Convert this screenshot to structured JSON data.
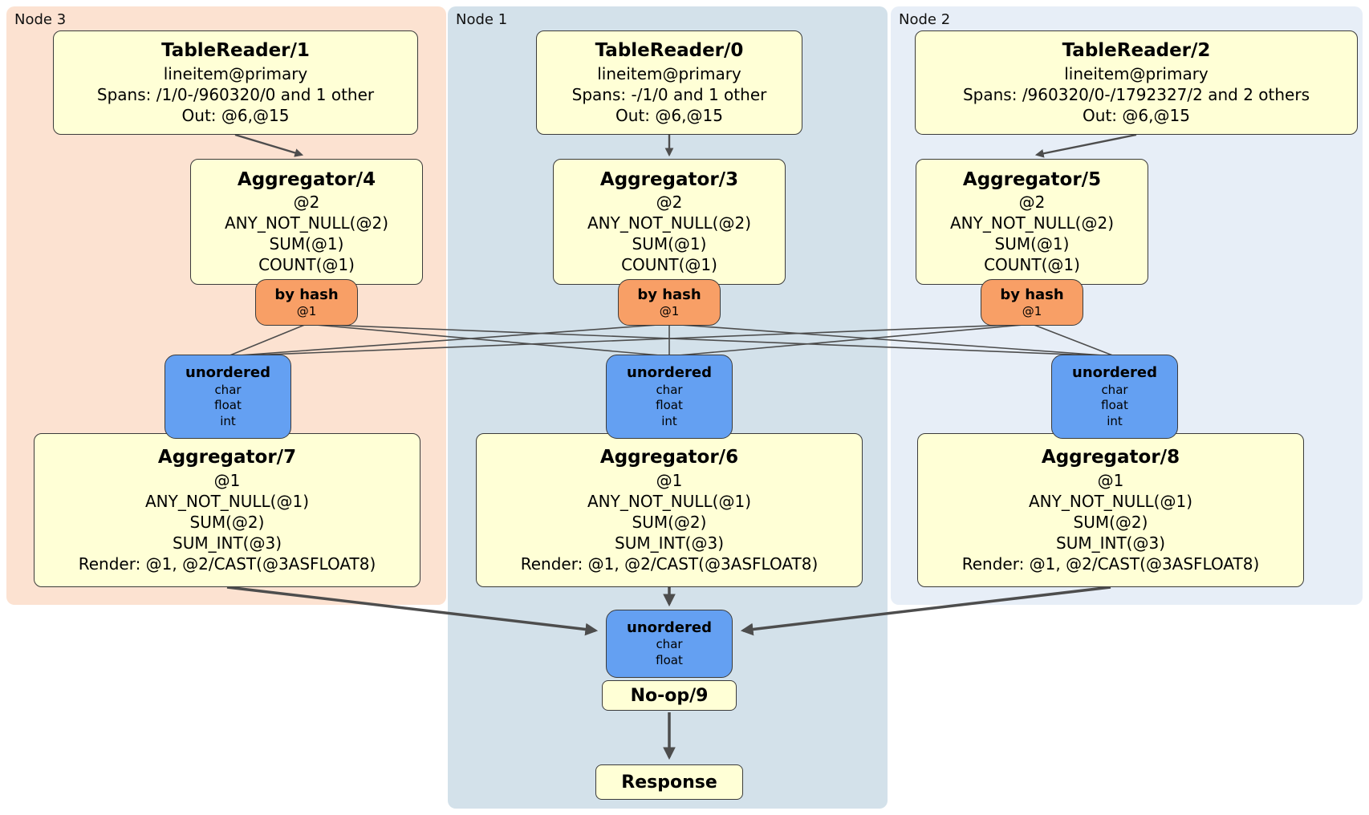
{
  "groups": [
    {
      "label": "Node 3",
      "tablereader": {
        "title": "TableReader/1",
        "lines": [
          "lineitem@primary",
          "Spans: /1/0-/960320/0 and 1 other",
          "Out: @6,@15"
        ]
      },
      "aggregator_top": {
        "title": "Aggregator/4",
        "lines": [
          "@2",
          "ANY_NOT_NULL(@2)",
          "SUM(@1)",
          "COUNT(@1)"
        ]
      },
      "router": {
        "title": "by hash",
        "sub": "@1"
      },
      "sync": {
        "title": "unordered",
        "lines": [
          "char",
          "float",
          "int"
        ]
      },
      "aggregator_bottom": {
        "title": "Aggregator/7",
        "lines": [
          "@1",
          "ANY_NOT_NULL(@1)",
          "SUM(@2)",
          "SUM_INT(@3)",
          "Render: @1, @2/CAST(@3ASFLOAT8)"
        ]
      }
    },
    {
      "label": "Node 1",
      "tablereader": {
        "title": "TableReader/0",
        "lines": [
          "lineitem@primary",
          "Spans: -/1/0 and 1 other",
          "Out: @6,@15"
        ]
      },
      "aggregator_top": {
        "title": "Aggregator/3",
        "lines": [
          "@2",
          "ANY_NOT_NULL(@2)",
          "SUM(@1)",
          "COUNT(@1)"
        ]
      },
      "router": {
        "title": "by hash",
        "sub": "@1"
      },
      "sync": {
        "title": "unordered",
        "lines": [
          "char",
          "float",
          "int"
        ]
      },
      "aggregator_bottom": {
        "title": "Aggregator/6",
        "lines": [
          "@1",
          "ANY_NOT_NULL(@1)",
          "SUM(@2)",
          "SUM_INT(@3)",
          "Render: @1, @2/CAST(@3ASFLOAT8)"
        ]
      }
    },
    {
      "label": "Node 2",
      "tablereader": {
        "title": "TableReader/2",
        "lines": [
          "lineitem@primary",
          "Spans: /960320/0-/1792327/2 and 2 others",
          "Out: @6,@15"
        ]
      },
      "aggregator_top": {
        "title": "Aggregator/5",
        "lines": [
          "@2",
          "ANY_NOT_NULL(@2)",
          "SUM(@1)",
          "COUNT(@1)"
        ]
      },
      "router": {
        "title": "by hash",
        "sub": "@1"
      },
      "sync": {
        "title": "unordered",
        "lines": [
          "char",
          "float",
          "int"
        ]
      },
      "aggregator_bottom": {
        "title": "Aggregator/8",
        "lines": [
          "@1",
          "ANY_NOT_NULL(@1)",
          "SUM(@2)",
          "SUM_INT(@3)",
          "Render: @1, @2/CAST(@3ASFLOAT8)"
        ]
      }
    }
  ],
  "final": {
    "sync": {
      "title": "unordered",
      "lines": [
        "char",
        "float"
      ]
    },
    "noop": "No-op/9",
    "response": "Response"
  },
  "colors": {
    "node3_bg": "#fce2d1",
    "node1_bg": "#d3e1ea",
    "node2_bg": "#e7eef7",
    "processor_bg": "#ffffd6",
    "router_bg": "#f89f66",
    "sync_bg": "#64a0f2",
    "edge": "#4d4d4d"
  }
}
